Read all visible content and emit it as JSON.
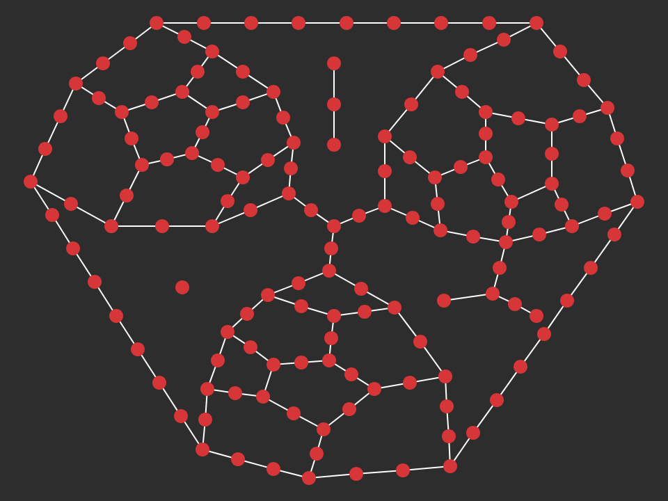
{
  "diagram": {
    "type": "node-link graph",
    "colors": {
      "background": "#2d2d2d",
      "edge": "#ffffff",
      "node": "#d63638"
    },
    "node_count": 141,
    "edge_count": 159
  }
}
